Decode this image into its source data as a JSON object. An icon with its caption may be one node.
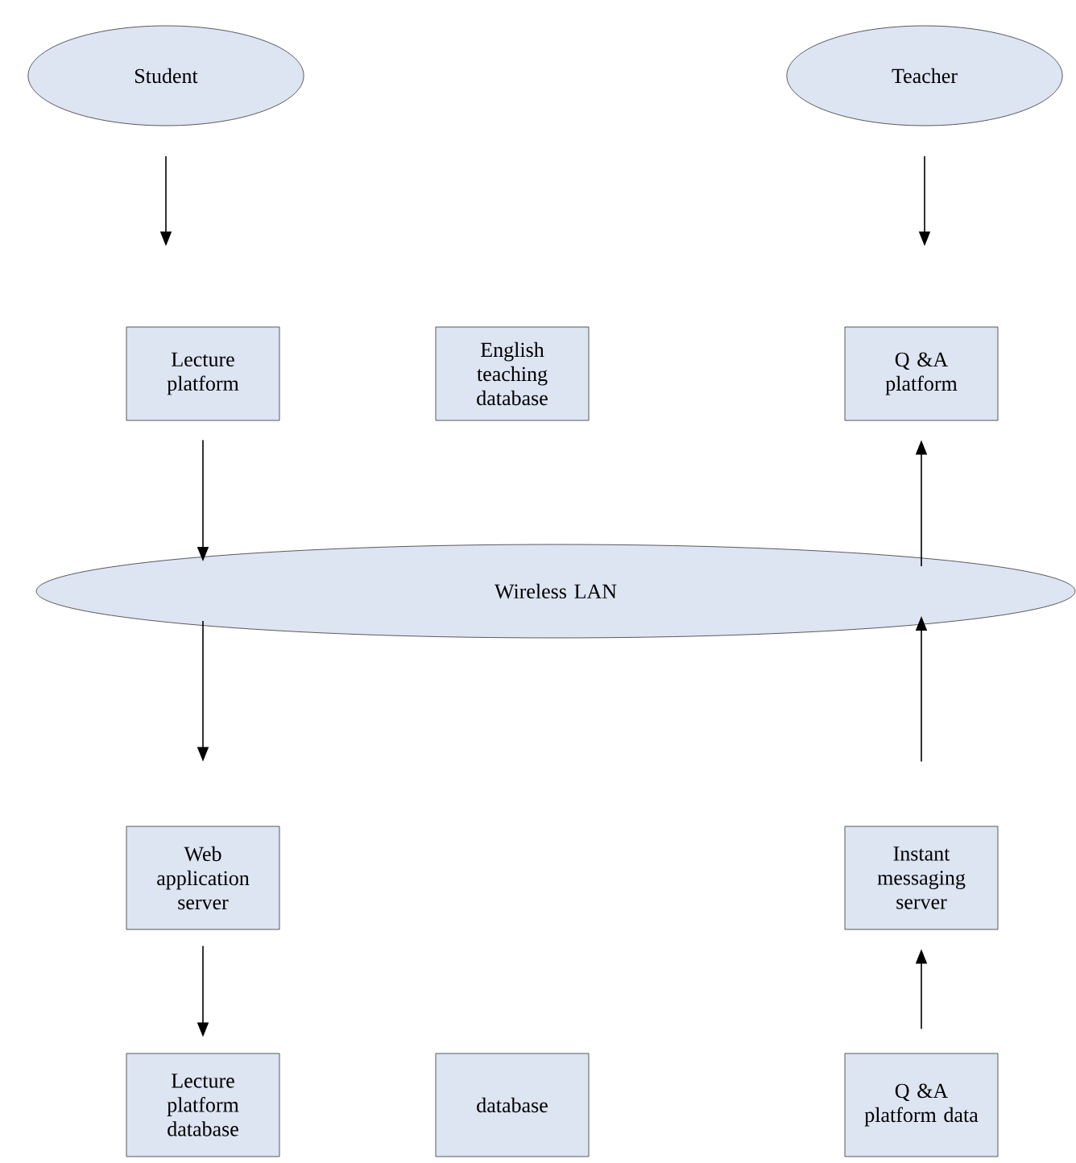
{
  "diagram": {
    "nodes": [
      {
        "text": [
          "Student"
        ]
      },
      {
        "text": [
          "Teacher"
        ]
      },
      {
        "text": [
          "Lecture platform"
        ]
      },
      {
        "text": [
          "English teaching database"
        ]
      },
      {
        "text": [
          "Q &A platform"
        ]
      },
      {
        "text": [
          "Wireless LAN"
        ]
      },
      {
        "text": [
          "Web application server"
        ]
      },
      {
        "text": [
          "Instant messaging server"
        ]
      },
      {
        "text": [
          "Lecture platform database"
        ]
      },
      {
        "text": [
          "database"
        ]
      },
      {
        "text": [
          "Q &A platform data"
        ]
      }
    ],
    "edges": [
      {
        "from": 0,
        "to": 2,
        "arrow": "to"
      },
      {
        "from": 1,
        "to": 4,
        "arrow": "to"
      },
      {
        "from": 2,
        "to": 5,
        "arrow": "to"
      },
      {
        "from": 5,
        "to": 4,
        "arrow": "to"
      },
      {
        "from": 5,
        "to": 6,
        "arrow": "to"
      },
      {
        "from": 7,
        "to": 5,
        "arrow": "to"
      },
      {
        "from": 6,
        "to": 8,
        "arrow": "to"
      },
      {
        "from": 10,
        "to": 7,
        "arrow": "to"
      }
    ]
  }
}
